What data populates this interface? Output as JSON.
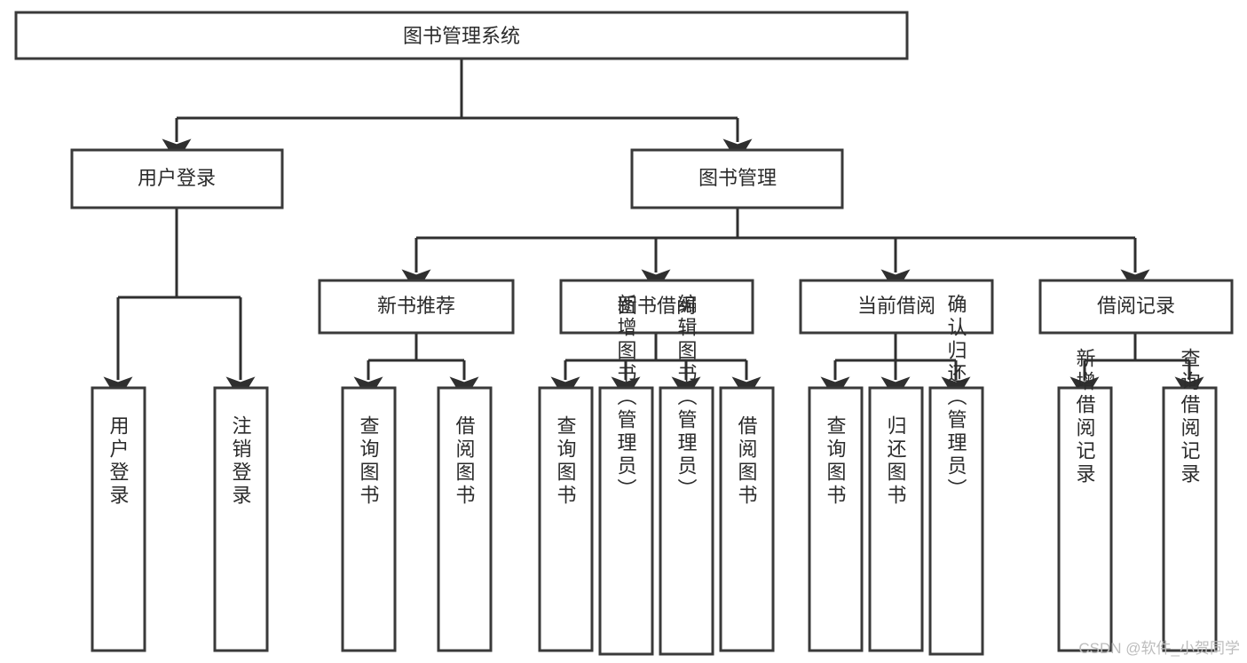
{
  "diagram": {
    "type": "tree",
    "title": "图书管理系统",
    "root": {
      "label": "图书管理系统"
    },
    "level2": [
      {
        "label": "用户登录"
      },
      {
        "label": "图书管理"
      }
    ],
    "level3": [
      {
        "label": "新书推荐"
      },
      {
        "label": "图书借阅"
      },
      {
        "label": "当前借阅"
      },
      {
        "label": "借阅记录"
      }
    ],
    "leaves": {
      "user_login": [
        {
          "label": "用户登录"
        },
        {
          "label": "注销登录"
        }
      ],
      "new_book_recommend": [
        {
          "label": "查询图书"
        },
        {
          "label": "借阅图书"
        }
      ],
      "book_borrow": [
        {
          "label": "查询图书"
        },
        {
          "label": "新增图书（管理员）"
        },
        {
          "label": "编辑图书（管理员）"
        },
        {
          "label": "借阅图书"
        }
      ],
      "current_borrow": [
        {
          "label": "查询图书"
        },
        {
          "label": "归还图书"
        },
        {
          "label": "确认归还（管理员）"
        }
      ],
      "borrow_record": [
        {
          "label": "新增借阅记录"
        },
        {
          "label": "查询借阅记录"
        }
      ]
    }
  },
  "watermark": {
    "text": "CSDN @软件_小贺同学"
  },
  "colors": {
    "box_stroke": "#3a3a3a",
    "connector": "#2f2f2f",
    "text": "#2b2b2b",
    "background": "#ffffff",
    "watermark": "#bdbdbd"
  }
}
